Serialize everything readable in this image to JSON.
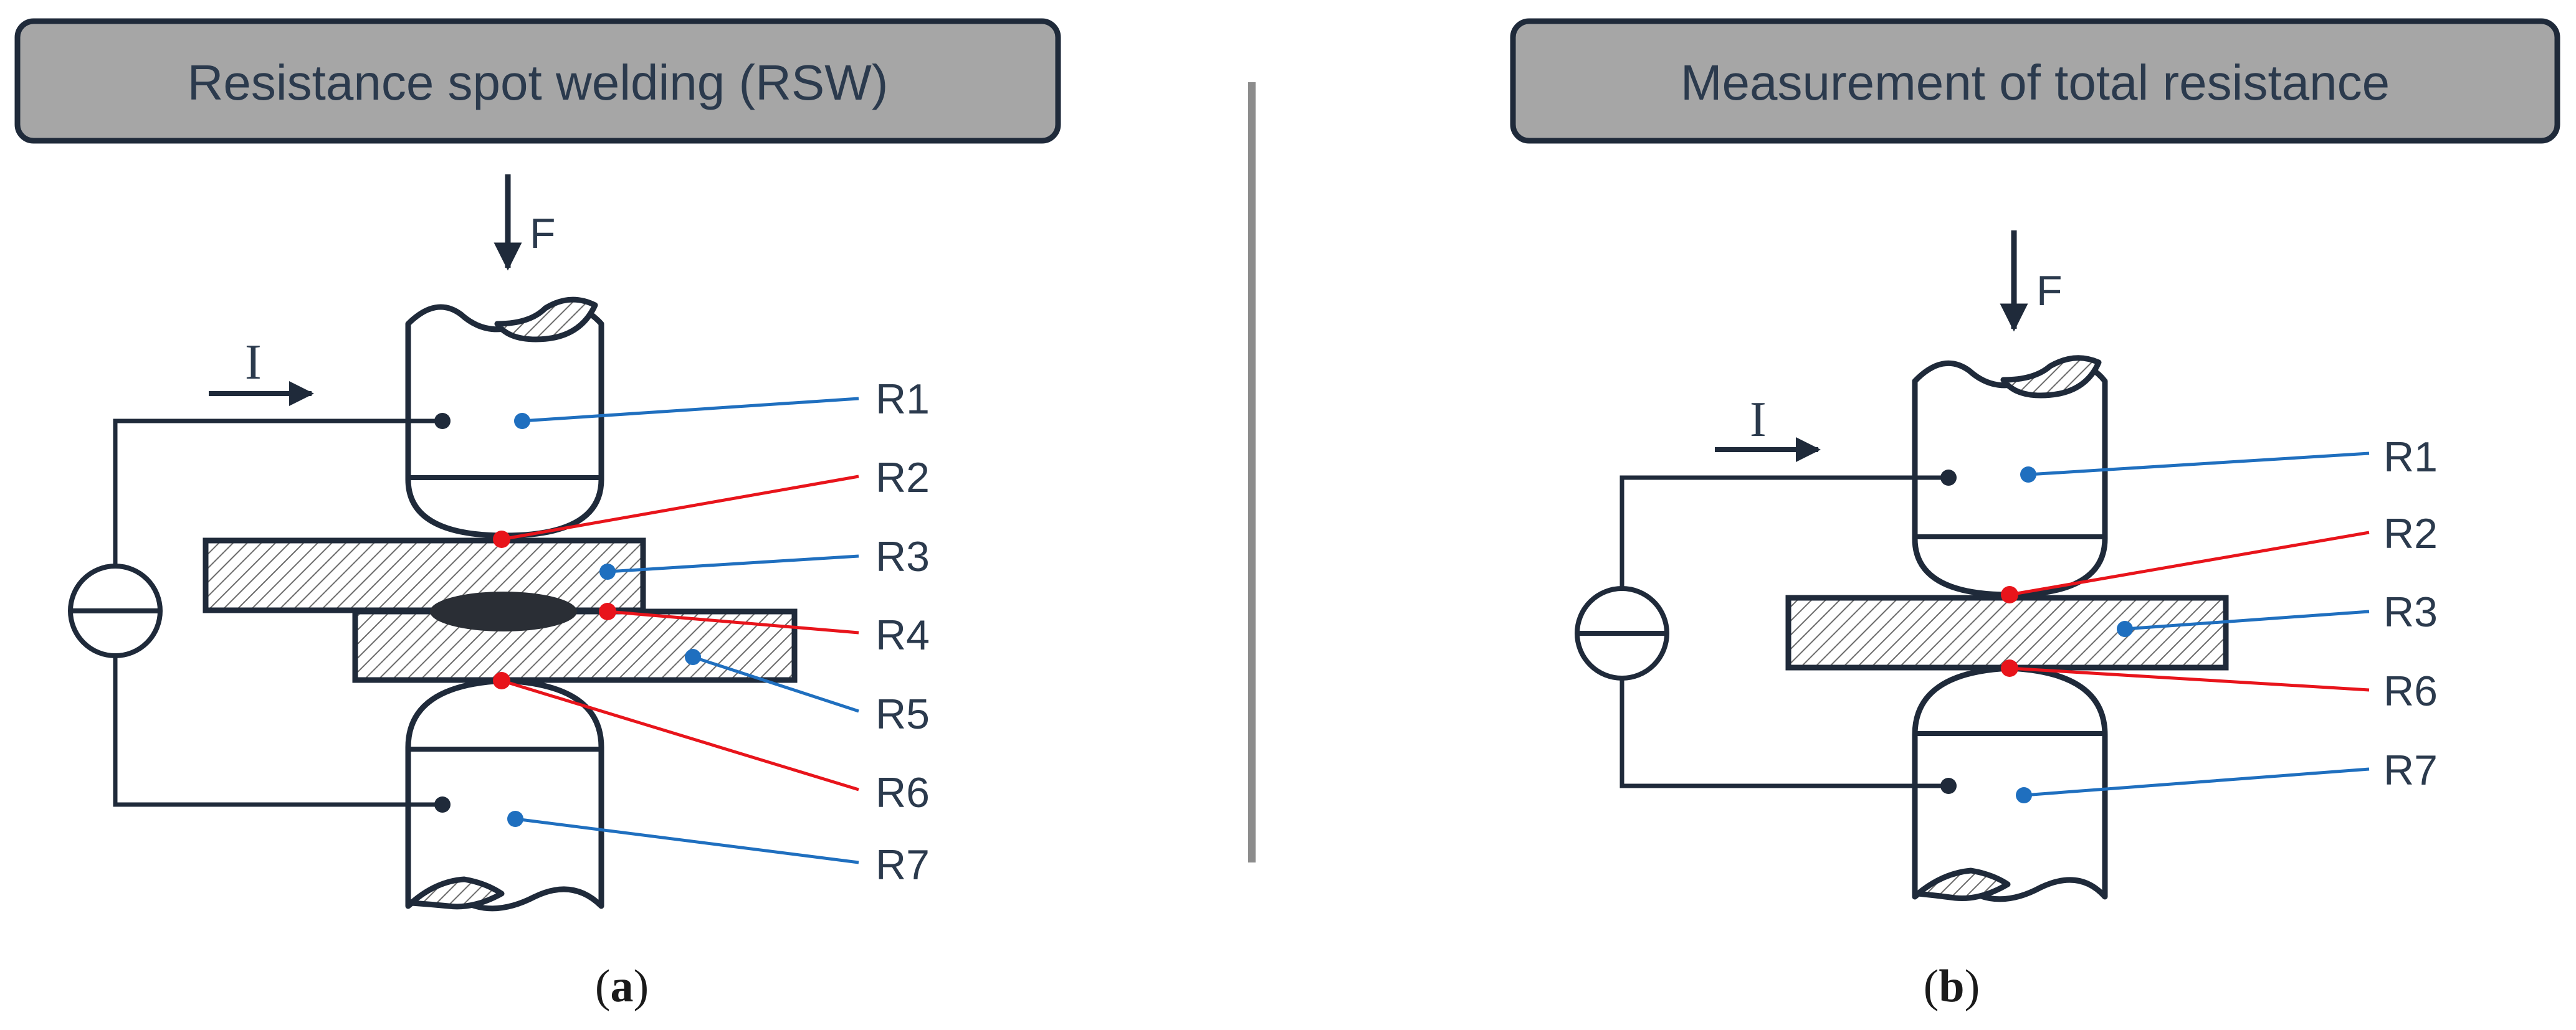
{
  "panel_a": {
    "header": "Resistance spot welding (RSW)",
    "force_label": "F",
    "current_label": "I",
    "labels": [
      "R1",
      "R2",
      "R3",
      "R4",
      "R5",
      "R6",
      "R7"
    ],
    "caption_open": "(",
    "caption_letter": "a",
    "caption_close": ")"
  },
  "panel_b": {
    "header": "Measurement of total resistance",
    "force_label": "F",
    "current_label": "I",
    "labels": [
      "R1",
      "R2",
      "R3",
      "R6",
      "R7"
    ],
    "caption_open": "(",
    "caption_letter": "b",
    "caption_close": ")"
  },
  "colors": {
    "header_fill": "#a6a6a6",
    "outline": "#1f2a3a",
    "blue_leader": "#1f6fbf",
    "red_leader": "#e8141b",
    "divider": "#8c8c8c"
  }
}
